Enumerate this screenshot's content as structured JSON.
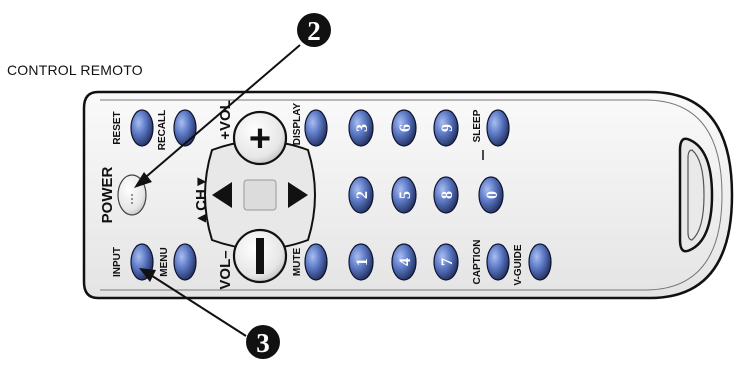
{
  "caption": "CONTROL REMOTO",
  "callouts": {
    "top": "2",
    "bottom": "3"
  },
  "labels": {
    "power": "POWER",
    "reset": "RESET",
    "recall": "RECALL",
    "vol_plus": "+VOL",
    "vol_minus": "VOL–",
    "ch": "▲CH▼",
    "display": "DISPLAY",
    "sleep": "SLEEP",
    "input": "INPUT",
    "menu": "MENU",
    "mute": "MUTE",
    "caption": "CAPTION",
    "vguide": "V-GUIDE"
  },
  "digits": {
    "d1": "1",
    "d2": "2",
    "d3": "3",
    "d4": "4",
    "d5": "5",
    "d6": "6",
    "d7": "7",
    "d8": "8",
    "d9": "9",
    "d0": "0"
  },
  "colors": {
    "button_blue": "#5b78c4",
    "button_dark": "#1a2550",
    "body_fill": "#f2f2f2",
    "outline": "#111111"
  }
}
